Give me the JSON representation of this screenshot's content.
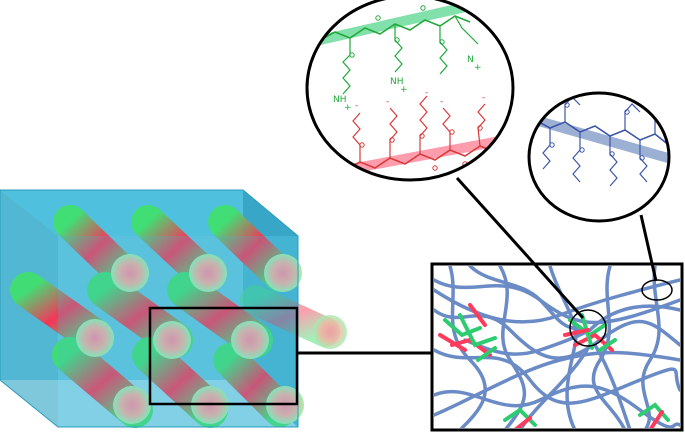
{
  "figure": {
    "colors": {
      "background": "#ffffff",
      "matrix_face": "#3fb6d6",
      "matrix_side": "#2a9cbc",
      "matrix_top": "#5ac7e2",
      "cylinder_green": "#2ecc71",
      "cylinder_red": "#ff3b5c",
      "network_blue": "#4a6fb0",
      "zoom_line": "#000000",
      "green_chain": "#1faa3a",
      "red_chain": "#d93a3a",
      "blue_chain": "#3c55a8"
    },
    "panels": [
      {
        "name": "cylinder-morphology-block",
        "description_icon": "cube-icon"
      },
      {
        "name": "network-zoom-panel",
        "description_icon": "network-icon"
      },
      {
        "name": "green-red-junction-circle",
        "description_icon": "polymer-chain-icon"
      },
      {
        "name": "blue-matrix-circle",
        "description_icon": "polymer-chain-icon"
      }
    ],
    "chem_labels": {
      "green_amine_1": "NH",
      "green_amine_2": "NH",
      "green_amine_3": "N",
      "plus": "+",
      "minus": "-",
      "oxygen": "O"
    }
  }
}
